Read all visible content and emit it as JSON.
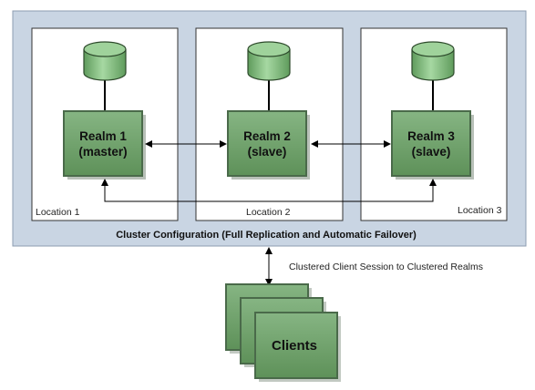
{
  "cluster": {
    "title": "Cluster Configuration (Full Replication and Automatic Failover)"
  },
  "locations": [
    {
      "label": "Location 1"
    },
    {
      "label": "Location 2"
    },
    {
      "label": "Location 3"
    }
  ],
  "realms": [
    {
      "line1": "Realm 1",
      "line2": "(master)"
    },
    {
      "line1": "Realm 2",
      "line2": "(slave)"
    },
    {
      "line1": "Realm 3",
      "line2": "(slave)"
    }
  ],
  "session_label": "Clustered Client Session to Clustered Realms",
  "clients_label": "Clients",
  "icons": [
    "database-icon",
    "database-icon",
    "database-icon"
  ],
  "colors": {
    "cluster_bg": "#c9d5e3",
    "node_fill": "#6fa06b",
    "node_border": "#4a6a4a",
    "db_fill": "#8cc38a",
    "line": "#000000"
  }
}
